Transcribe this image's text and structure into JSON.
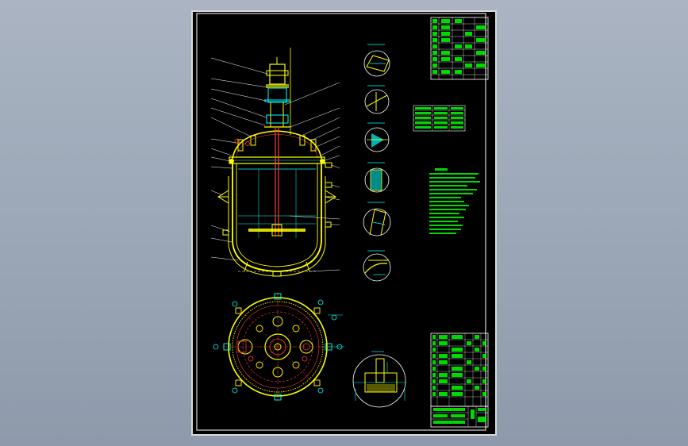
{
  "drawing": {
    "palette": {
      "outline": "#ffff00",
      "detail": "#00ffff",
      "dimension": "#00ff00",
      "leader": "#ffffff",
      "flange": "#ff3b3b",
      "frame": "#ffffff",
      "sheet": "#000000",
      "background": "#9aa6b6"
    }
  },
  "views": [
    {
      "id": "main-elevation",
      "kind": "vessel-section"
    },
    {
      "id": "top-plan",
      "kind": "nozzle-orientation"
    },
    {
      "id": "detail-views",
      "count": 6
    },
    {
      "id": "enlarged-bottom-detail",
      "kind": "flange-section"
    }
  ],
  "tables": [
    {
      "id": "nozzle-table",
      "position": "top-right"
    },
    {
      "id": "technical-characteristics",
      "position": "middle-right"
    },
    {
      "id": "parts-list",
      "position": "bottom-right"
    },
    {
      "id": "title-block",
      "position": "bottom-right"
    }
  ]
}
